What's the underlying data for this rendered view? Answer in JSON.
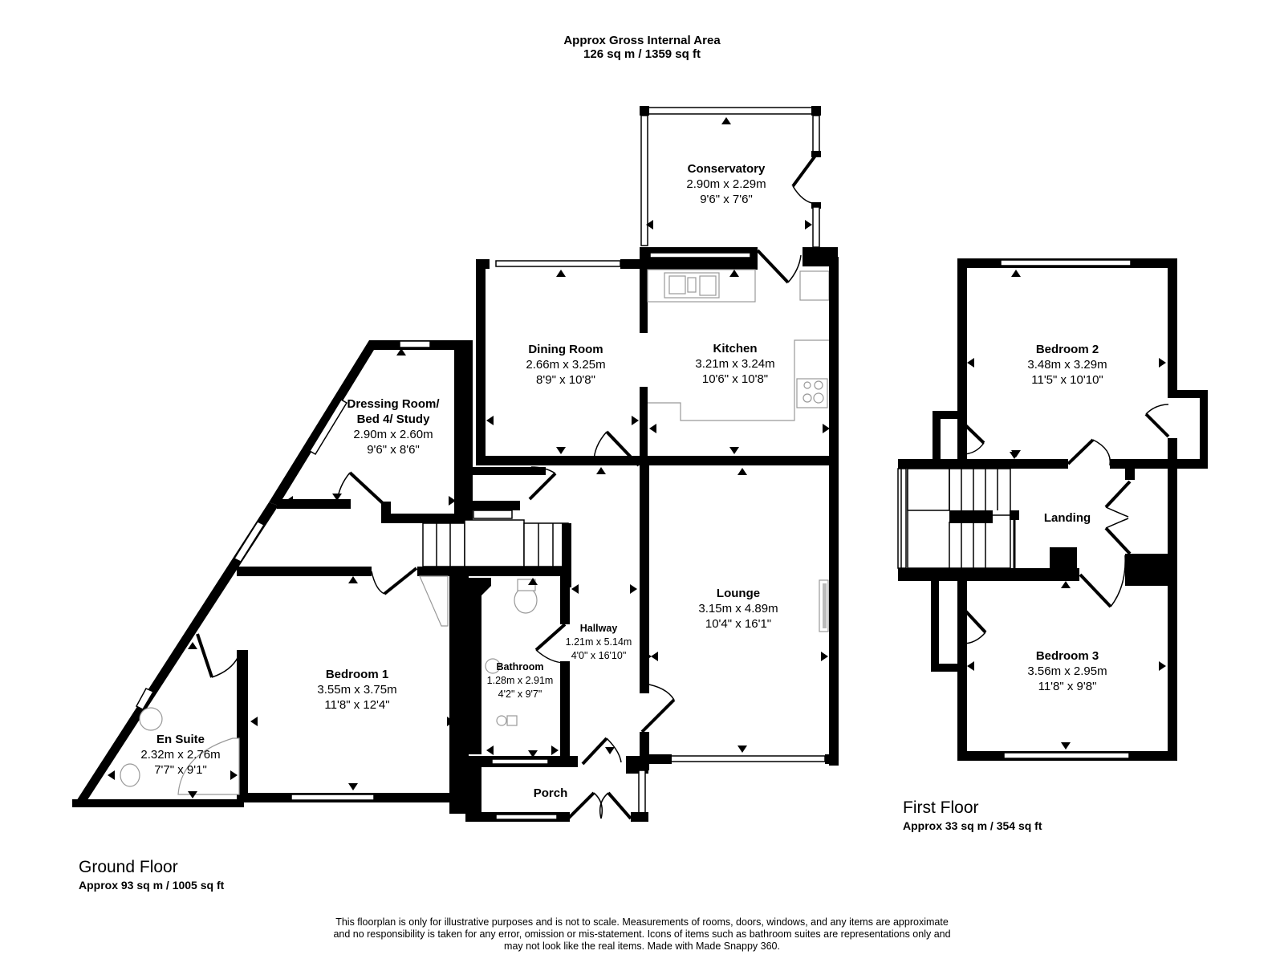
{
  "header": {
    "title": "Approx Gross Internal Area",
    "area": "126 sq m / 1359 sq ft"
  },
  "floors": {
    "ground": {
      "title": "Ground Floor",
      "area": "Approx 93 sq m / 1005 sq ft",
      "rooms": {
        "conservatory": {
          "name": "Conservatory",
          "metric": "2.90m x 2.29m",
          "imperial": "9'6\" x 7'6\""
        },
        "dining": {
          "name": "Dining Room",
          "metric": "2.66m x 3.25m",
          "imperial": "8'9\" x 10'8\""
        },
        "kitchen": {
          "name": "Kitchen",
          "metric": "3.21m x 3.24m",
          "imperial": "10'6\" x 10'8\""
        },
        "dressing": {
          "name": "Dressing Room/",
          "name2": "Bed 4/ Study",
          "metric": "2.90m x 2.60m",
          "imperial": "9'6\" x 8'6\""
        },
        "lounge": {
          "name": "Lounge",
          "metric": "3.15m x 4.89m",
          "imperial": "10'4\" x 16'1\""
        },
        "hallway": {
          "name": "Hallway",
          "metric": "1.21m x 5.14m",
          "imperial": "4'0\" x 16'10\""
        },
        "bathroom": {
          "name": "Bathroom",
          "metric": "1.28m x 2.91m",
          "imperial": "4'2\" x 9'7\""
        },
        "bedroom1": {
          "name": "Bedroom 1",
          "metric": "3.55m x 3.75m",
          "imperial": "11'8\" x 12'4\""
        },
        "ensuite": {
          "name": "En Suite",
          "metric": "2.32m x 2.76m",
          "imperial": "7'7\" x 9'1\""
        },
        "porch": {
          "name": "Porch"
        }
      }
    },
    "first": {
      "title": "First Floor",
      "area": "Approx 33 sq m / 354 sq ft",
      "rooms": {
        "bedroom2": {
          "name": "Bedroom 2",
          "metric": "3.48m x 3.29m",
          "imperial": "11'5\" x 10'10\""
        },
        "landing": {
          "name": "Landing"
        },
        "bedroom3": {
          "name": "Bedroom 3",
          "metric": "3.56m x 2.95m",
          "imperial": "11'8\" x 9'8\""
        }
      }
    }
  },
  "disclaimer": {
    "line1": "This floorplan is only for illustrative purposes and is not to scale. Measurements of rooms, doors, windows, and any items are approximate",
    "line2": "and no responsibility is taken for any error, omission or mis-statement. Icons of items such as bathroom suites are representations only and",
    "line3": "may not look like the real items. Made with Made Snappy 360."
  }
}
